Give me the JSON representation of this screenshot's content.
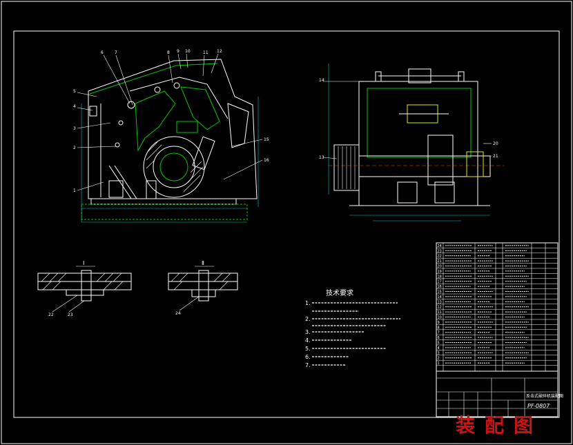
{
  "colors": {
    "background": "#000000",
    "line_white": "#ffffff",
    "line_green": "#00c800",
    "line_cyan": "#00c8c8",
    "line_yellow": "#e8e800",
    "line_red": "#ff3c3c",
    "watermark": "#c81414"
  },
  "front_view": {
    "callouts": [
      "6",
      "7",
      "8",
      "9",
      "10",
      "11",
      "12",
      "5",
      "4",
      "3",
      "2",
      "1",
      "15",
      "16"
    ]
  },
  "side_view": {
    "callouts": [
      "14",
      "13",
      "20",
      "21"
    ]
  },
  "details": {
    "left_callouts": [
      "22",
      "23"
    ],
    "right_callouts": [
      "24"
    ]
  },
  "tech_requirements": {
    "title": "技术要求",
    "items": [
      "1.",
      "2.",
      "3.",
      "4.",
      "5.",
      "6.",
      "7."
    ]
  },
  "title_block": {
    "name": "反击式破碎机装配图",
    "drawing_no": "PF-0807",
    "row_numbers": [
      "24",
      "23",
      "22",
      "21",
      "20",
      "19",
      "18",
      "17",
      "16",
      "15",
      "14",
      "13",
      "12",
      "11",
      "10",
      "9",
      "8",
      "7",
      "6",
      "5",
      "4",
      "3",
      "2",
      "1"
    ]
  },
  "watermark": "装配图"
}
